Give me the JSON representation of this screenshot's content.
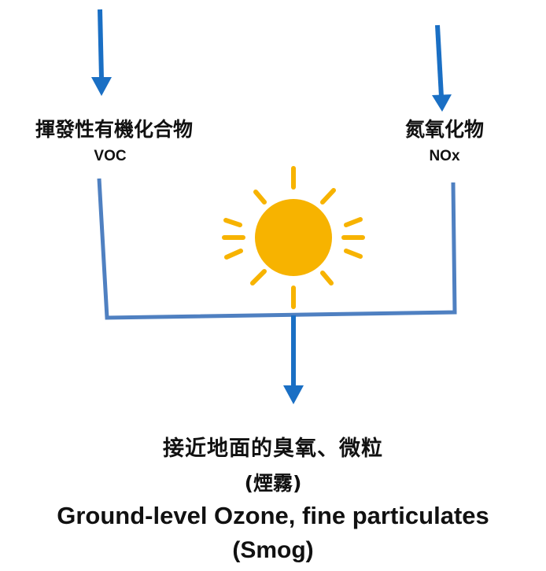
{
  "inputs": {
    "voc": {
      "name_zh": "揮發性有機化合物",
      "abbr": "VOC"
    },
    "nox": {
      "name_zh": "氮氧化物",
      "abbr": "NOx"
    }
  },
  "output": {
    "name_zh": "接近地面的臭氧、微粒",
    "name_zh_sub": "(煙霧)",
    "name_en": "Ground-level Ozone, fine particulates",
    "name_en_sub": "(Smog)"
  },
  "colors": {
    "arrow": "#1a6fc4",
    "connector": "#4f80c1",
    "sun": "#f7b300",
    "text": "#111111"
  },
  "icons": {
    "sun": "sun-icon"
  }
}
